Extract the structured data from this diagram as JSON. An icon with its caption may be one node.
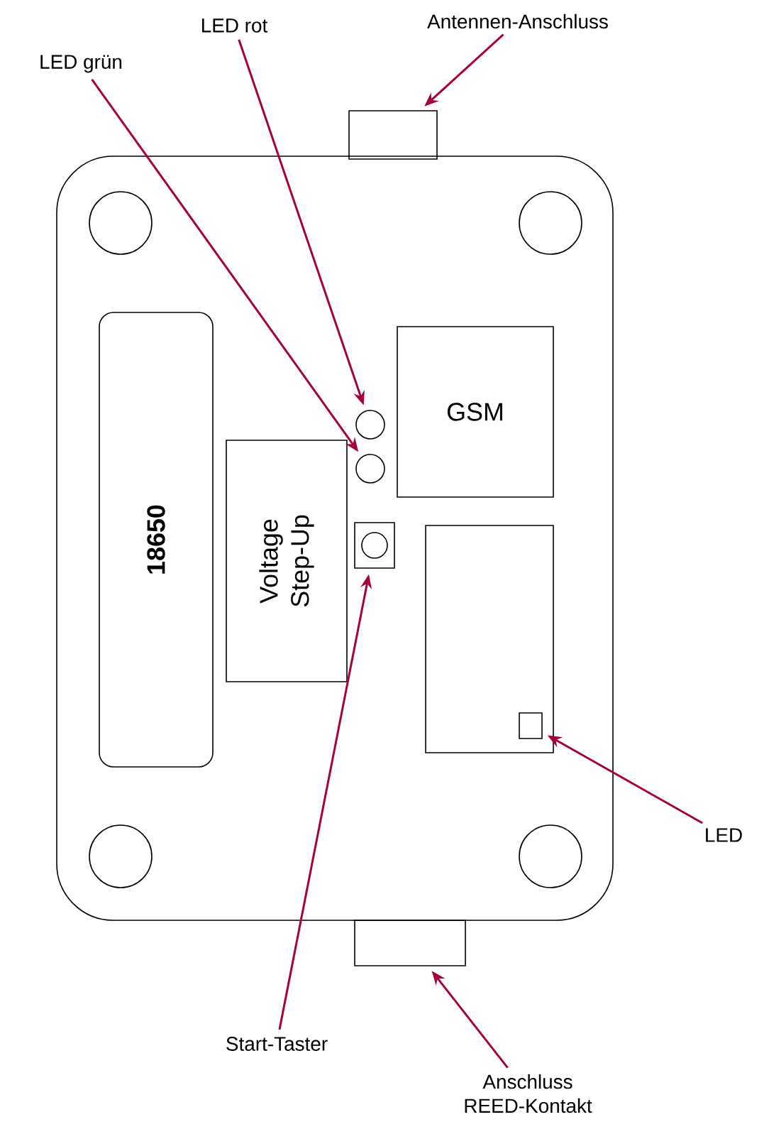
{
  "diagram": {
    "nodes": [
      {
        "text": [],
        "shape": "box"
      },
      {
        "text": [],
        "shape": "box"
      },
      {
        "text": [
          "18650"
        ],
        "in": 0
      },
      {
        "text": [
          "Voltage Step-Up"
        ],
        "in": 0
      },
      {
        "text": [],
        "shape": "circle",
        "in": 0
      },
      {
        "text": [],
        "shape": "circle",
        "in": 0
      },
      {
        "text": [],
        "shape": "box",
        "in": 0
      },
      {
        "text": [
          "GSM"
        ],
        "in": 0
      },
      {
        "text": [],
        "shape": "box",
        "in": 0
      },
      {
        "text": [],
        "shape": "box",
        "in": 8
      },
      {
        "text": [],
        "shape": "box"
      },
      {
        "text": [
          "LED rot"
        ]
      },
      {
        "text": [
          "Antennen-Anschluss"
        ]
      },
      {
        "text": [
          "LED grün"
        ]
      },
      {
        "text": [
          "Start-Taster"
        ]
      },
      {
        "text": [
          "LED"
        ]
      },
      {
        "text": [
          "Anschluss REED-Kontakt"
        ]
      }
    ],
    "edges": [
      {
        "from": 11,
        "to": 4,
        "arrow": "to"
      },
      {
        "from": 12,
        "to": 1,
        "arrow": "to"
      },
      {
        "from": 13,
        "to": 5,
        "arrow": "to"
      },
      {
        "from": 14,
        "to": 6,
        "arrow": "to"
      },
      {
        "from": 15,
        "to": 9,
        "arrow": "to"
      },
      {
        "from": 16,
        "to": 10,
        "arrow": "to"
      }
    ]
  }
}
